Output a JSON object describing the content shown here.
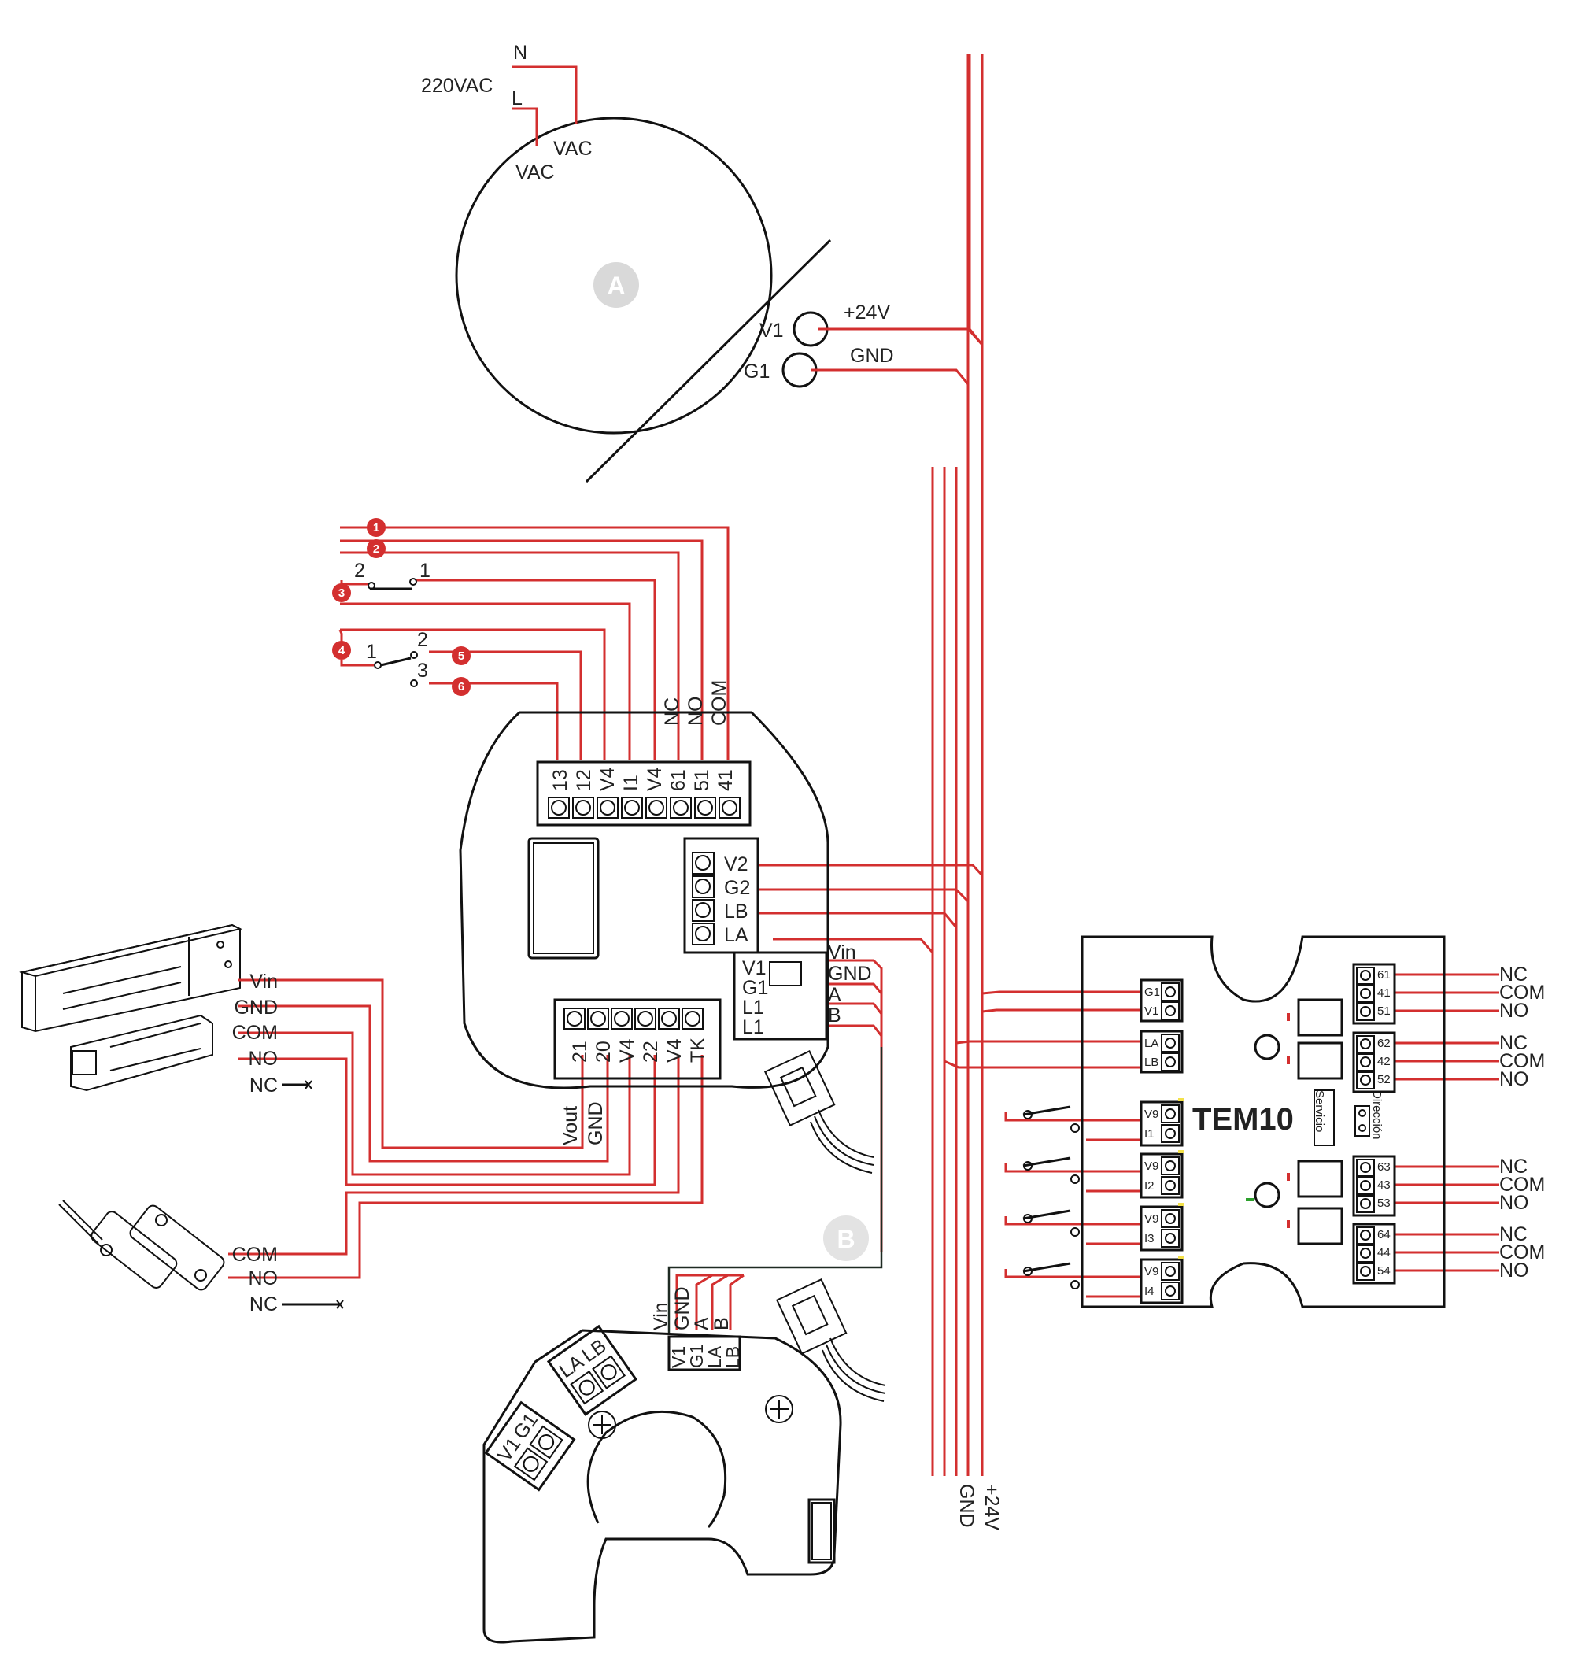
{
  "colors": {
    "wire": "#d32f2f",
    "line": "#111111",
    "badge": "#d32f2f",
    "emblem": "#d9d9d9",
    "green": "#2ca02c",
    "yellow": "#f3e14a"
  },
  "power_supply": {
    "emblem": "A",
    "input_label": "220VAC",
    "neutral_label": "N",
    "line_label": "L",
    "vac_label_1": "VAC",
    "vac_label_2": "VAC",
    "out_v1": "V1",
    "out_g1": "G1",
    "plus24_label": "+24V",
    "gnd_label": "GND"
  },
  "bus": {
    "plus24": "+24V",
    "gnd": "GND"
  },
  "controller": {
    "top_terminals": [
      "13",
      "12",
      "V4",
      "I1",
      "V4",
      "61",
      "51",
      "41"
    ],
    "relay_labels": [
      "NC",
      "NO",
      "COM"
    ],
    "right_terminals": [
      "V2",
      "G2",
      "LB",
      "LA"
    ],
    "reader_terminals": [
      "V1",
      "G1",
      "L1",
      "L1"
    ],
    "reader_wires": [
      "Vin",
      "GND",
      "A",
      "B"
    ],
    "bottom_terminals": [
      "21",
      "20",
      "V4",
      "22",
      "V4",
      "TK"
    ],
    "vout_label": "Vout",
    "gnd_label": "GND"
  },
  "inputs": {
    "badges": [
      "1",
      "2",
      "3",
      "4",
      "5",
      "6"
    ],
    "switch_a": [
      "2",
      "1"
    ],
    "switch_b": [
      "1",
      "2",
      "3"
    ]
  },
  "lock": {
    "labels": [
      "Vin",
      "GND",
      "COM",
      "NO",
      "NC"
    ]
  },
  "contact": {
    "labels": [
      "COM",
      "NO",
      "NC"
    ]
  },
  "reader": {
    "emblem": "B",
    "top_terminals": [
      "V1",
      "G1",
      "LA",
      "LB"
    ],
    "wires": [
      "Vin",
      "GND",
      "A",
      "B"
    ],
    "rot_pair_1": [
      "LA",
      "LB"
    ],
    "rot_pair_2": [
      "V1",
      "G1"
    ]
  },
  "tem10": {
    "title": "TEM10",
    "servicio": "Servicio",
    "direccion": "Dirección",
    "power_terms": [
      "G1",
      "V1"
    ],
    "bus_terms": [
      "LA",
      "LB"
    ],
    "inputs": [
      [
        "V9",
        "I1"
      ],
      [
        "V9",
        "I2"
      ],
      [
        "V9",
        "I3"
      ],
      [
        "V9",
        "I4"
      ]
    ],
    "relays": [
      [
        "61",
        "41",
        "51"
      ],
      [
        "62",
        "42",
        "52"
      ],
      [
        "63",
        "43",
        "53"
      ],
      [
        "64",
        "44",
        "54"
      ]
    ],
    "relay_labels": [
      "NC",
      "COM",
      "NO"
    ]
  }
}
